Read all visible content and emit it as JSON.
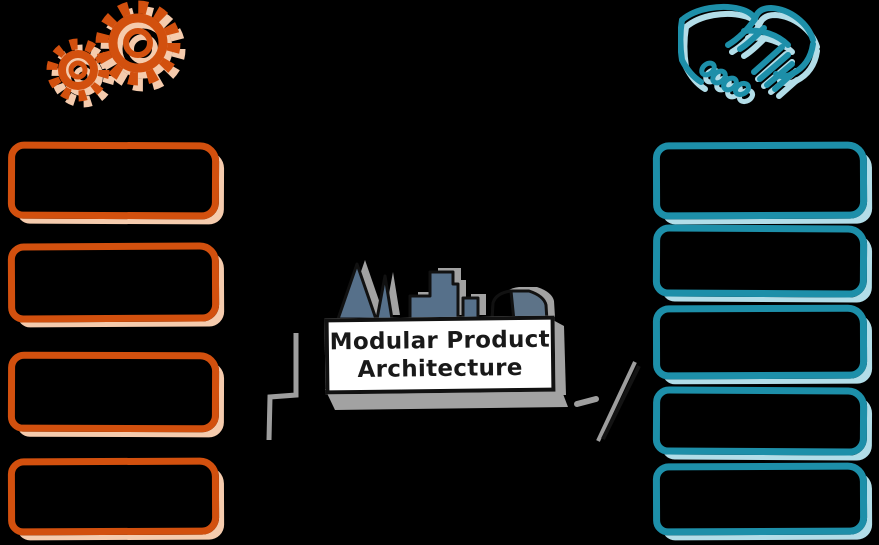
{
  "background_color": "#000000",
  "center": {
    "label": {
      "line1": "Modular Product",
      "line2": "Architecture"
    },
    "illustration": "open-box-of-building-blocks",
    "block_shapes": [
      "triangle-block",
      "shard-block",
      "t-shaped-block",
      "square-block",
      "arch-block"
    ],
    "block_fill_color": "#56708a",
    "label_background": "#ffffff",
    "outline_color": "#111111",
    "shadow_color": "#a2a2a2"
  },
  "left_column": {
    "icon": "gears",
    "accent_color": "#d2500e",
    "shadow_color": "#f5cbad",
    "boxes": [
      {
        "label": ""
      },
      {
        "label": ""
      },
      {
        "label": ""
      },
      {
        "label": ""
      }
    ]
  },
  "right_column": {
    "icon": "handshake",
    "accent_color": "#1d8fa9",
    "shadow_color": "#b2dde8",
    "boxes": [
      {
        "label": ""
      },
      {
        "label": ""
      },
      {
        "label": ""
      },
      {
        "label": ""
      },
      {
        "label": ""
      }
    ]
  }
}
